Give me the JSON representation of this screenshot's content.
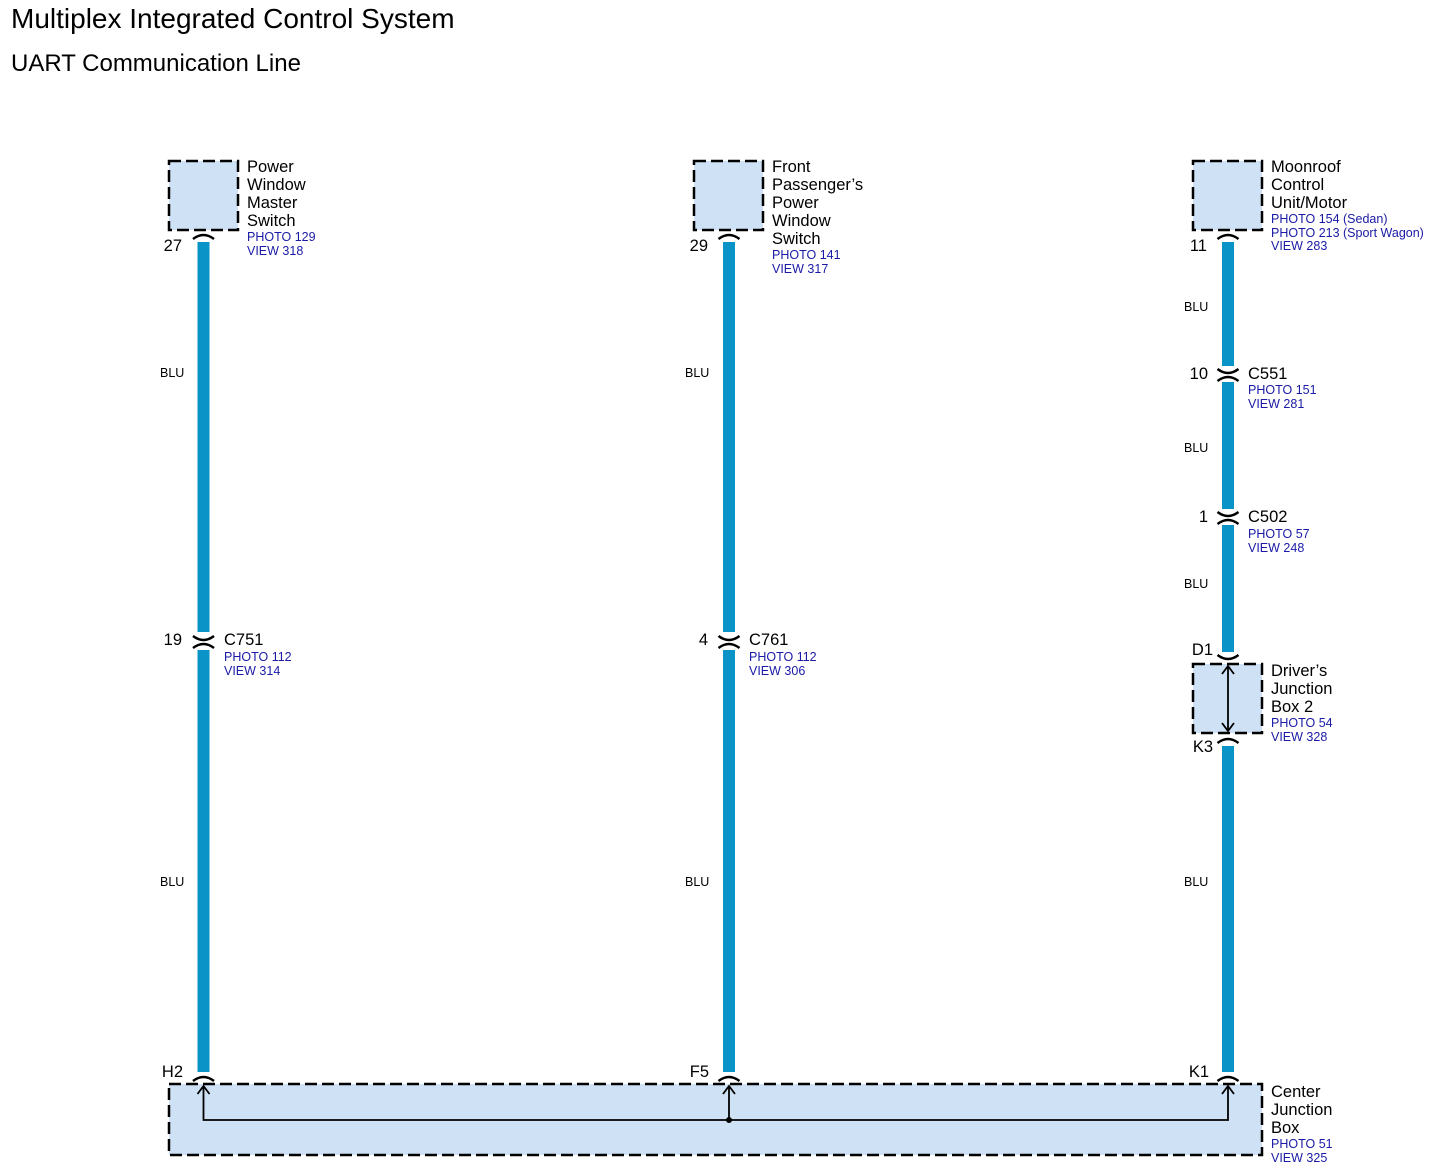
{
  "header": {
    "title": "Multiplex Integrated Control System",
    "subtitle": "UART Communication Line"
  },
  "wire_color": "#0a93c6",
  "component_fill": "#cfe2f5",
  "reference_text_color": "#1a1aa6",
  "components": {
    "power_window_master_switch": {
      "name_lines": [
        "Power",
        "Window",
        "Master",
        "Switch"
      ],
      "refs": [
        "PHOTO 129",
        "VIEW 318"
      ],
      "pin": "27"
    },
    "front_passenger_power_window_switch": {
      "name_lines": [
        "Front",
        "Passenger’s",
        "Power",
        "Window",
        "Switch"
      ],
      "refs": [
        "PHOTO 141",
        "VIEW 317"
      ],
      "pin": "29"
    },
    "moonroof_control_unit_motor": {
      "name_lines": [
        "Moonroof",
        "Control",
        "Unit/Motor"
      ],
      "refs": [
        "PHOTO 154 (Sedan)",
        "PHOTO 213 (Sport Wagon)",
        "VIEW 283"
      ],
      "pin": "11"
    },
    "drivers_junction_box_2": {
      "name_lines": [
        "Driver’s",
        "Junction",
        "Box 2"
      ],
      "refs": [
        "PHOTO 54",
        "VIEW 328"
      ],
      "pin_top": "D1",
      "pin_bottom": "K3"
    },
    "center_junction_box": {
      "name_lines": [
        "Center",
        "Junction",
        "Box"
      ],
      "refs": [
        "PHOTO 51",
        "VIEW 325"
      ],
      "pins": [
        "H2",
        "F5",
        "K1"
      ]
    }
  },
  "connectors": {
    "c751": {
      "name": "C751",
      "pin": "19",
      "refs": [
        "PHOTO 112",
        "VIEW 314"
      ]
    },
    "c761": {
      "name": "C761",
      "pin": "4",
      "refs": [
        "PHOTO 112",
        "VIEW 306"
      ]
    },
    "c551": {
      "name": "C551",
      "pin": "10",
      "refs": [
        "PHOTO 151",
        "VIEW 281"
      ]
    },
    "c502": {
      "name": "C502",
      "pin": "1",
      "refs": [
        "PHOTO 57",
        "VIEW 248"
      ]
    }
  },
  "wires": {
    "left_upper": "BLU",
    "left_lower": "BLU",
    "middle_upper": "BLU",
    "middle_lower": "BLU",
    "right_1": "BLU",
    "right_2": "BLU",
    "right_3": "BLU",
    "right_4": "BLU"
  }
}
